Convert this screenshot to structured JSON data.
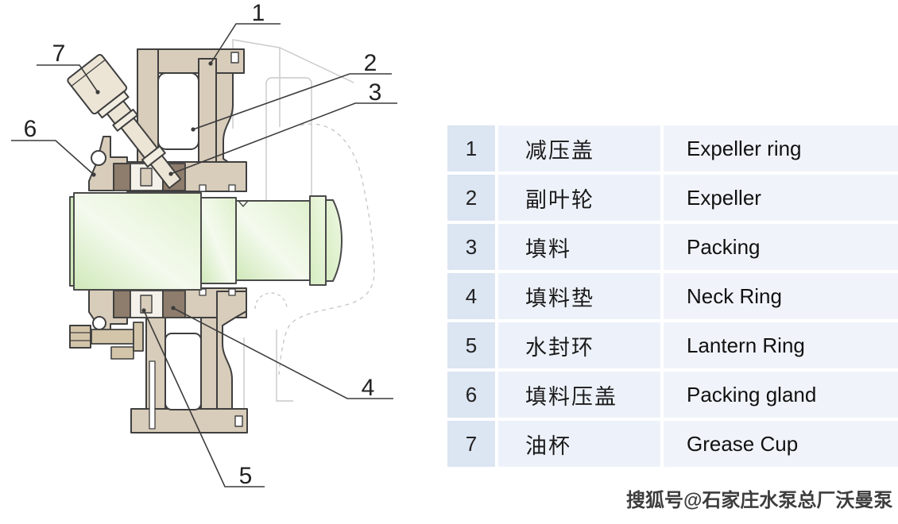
{
  "diagram": {
    "callouts": [
      {
        "number": "1",
        "part": "expeller-ring"
      },
      {
        "number": "2",
        "part": "expeller"
      },
      {
        "number": "3",
        "part": "packing"
      },
      {
        "number": "4",
        "part": "neck-ring"
      },
      {
        "number": "5",
        "part": "lantern-ring"
      },
      {
        "number": "6",
        "part": "packing-gland"
      },
      {
        "number": "7",
        "part": "grease-cup"
      }
    ]
  },
  "table": {
    "rows": [
      {
        "num": "1",
        "cn": "减压盖",
        "en": "Expeller ring"
      },
      {
        "num": "2",
        "cn": "副叶轮",
        "en": "Expeller"
      },
      {
        "num": "3",
        "cn": "填料",
        "en": "Packing"
      },
      {
        "num": "4",
        "cn": "填料垫",
        "en": "Neck Ring"
      },
      {
        "num": "5",
        "cn": "水封环",
        "en": "Lantern Ring"
      },
      {
        "num": "6",
        "cn": "填料压盖",
        "en": "Packing gland"
      },
      {
        "num": "7",
        "cn": "油杯",
        "en": "Grease Cup"
      }
    ]
  },
  "watermark": {
    "text": "搜狐号@石家庄水泵总厂沃曼泵"
  },
  "colors": {
    "housing_tan": "#d8ccba",
    "bolt_tan": "#d3c5a9",
    "packing_brown": "#8e7c6c",
    "shaft_green_dark": "#d2eabc",
    "shaft_green_light": "#f4faee",
    "ghost_gray": "#c9c9c9",
    "outline": "#3f3f3f",
    "table_num_bg": "#dce5f2",
    "table_cell_bg": "#edf2fa"
  }
}
